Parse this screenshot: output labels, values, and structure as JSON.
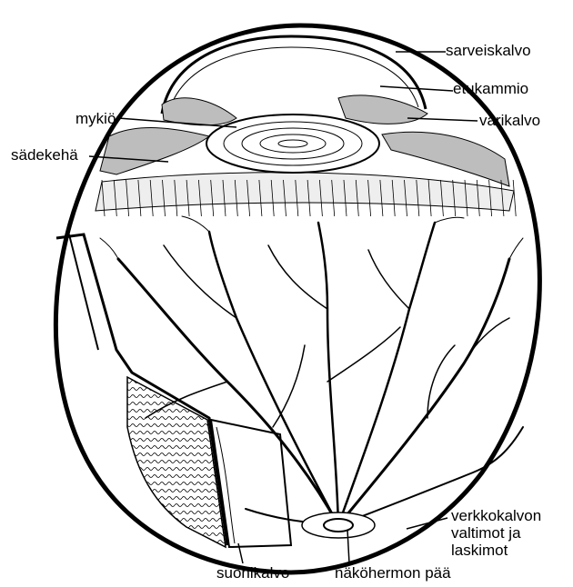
{
  "labels": {
    "sarveiskalvo": "sarveiskalvo",
    "etukammio": "etukammio",
    "mykio": "mykiö",
    "varikalvo": "värikalvo",
    "sadekeha": "sädekehä",
    "verkkokalvon_1": "verkkokalvon",
    "verkkokalvon_2": "valtimot ja",
    "verkkokalvon_3": "laskimot",
    "suonikalvo": "suonikalvo",
    "nakohermon_paa": "näköhermon pää"
  },
  "colors": {
    "ink": "#000000",
    "shade": "#bdbdbd",
    "light_shade": "#e8e8e8",
    "background": "#ffffff"
  }
}
